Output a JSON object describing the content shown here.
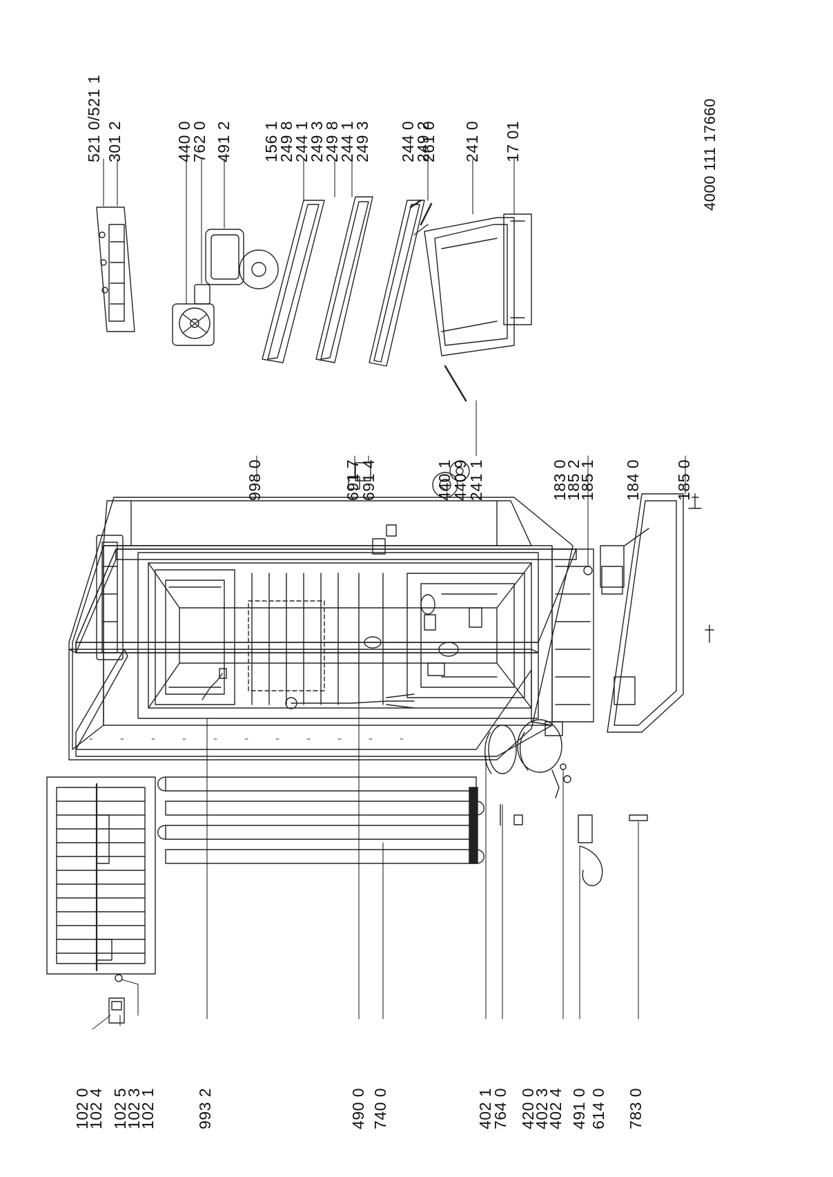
{
  "drawing_number": "4000 111 17660",
  "labels_left": {
    "door_group": [
      "102 0",
      "102 4",
      "102 5",
      "102 3",
      "102 1"
    ],
    "wire": "993 2",
    "backcoil": [
      "490 0",
      "740 0"
    ],
    "compressor_group": [
      "402 1",
      "764 0",
      "420 0",
      "402 3",
      "402 4",
      "491 0",
      "614 0"
    ],
    "bottom": "783 0"
  },
  "labels_middle": {
    "top": "998 0",
    "hinge": [
      "691 7",
      "691 4"
    ],
    "feet_parts": [
      "440 1",
      "440 9",
      "241 1"
    ],
    "base_parts": [
      "183 0",
      "185 2",
      "185 1"
    ],
    "frame": "184 0",
    "foot": "185 0"
  },
  "labels_right": {
    "control": [
      "521 0/521 1",
      "301 2"
    ],
    "fan": [
      "440 0",
      "762 0",
      "491 2"
    ],
    "shelves_a": [
      "156 1",
      "249 8",
      "244 1",
      "249 3"
    ],
    "shelves_b": [
      "249 8",
      "244 1",
      "249 3"
    ],
    "shelves_c": [
      "244 0",
      "249 2"
    ],
    "drawer": [
      "261 0",
      "241 0",
      "17 01"
    ]
  }
}
